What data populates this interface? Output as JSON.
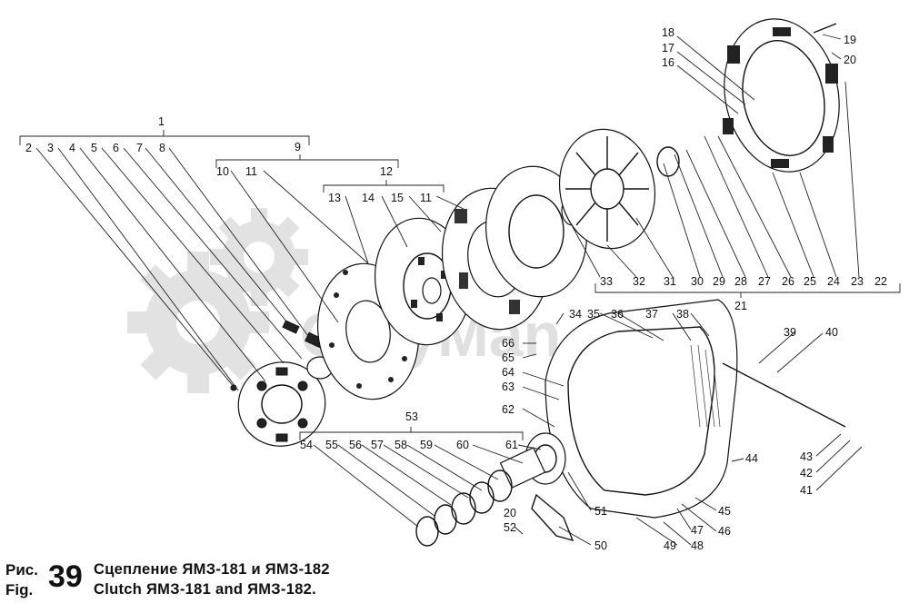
{
  "caption": {
    "ris_label": "Рис.",
    "fig_label": "Fig.",
    "figure_number": "39",
    "title_ru": "Сцепление ЯМЗ-181 и ЯМЗ-182",
    "title_en": "Clutch ЯМЗ-181 and ЯМЗ-182."
  },
  "watermark": {
    "text": "OnlyMan"
  },
  "callouts": {
    "c1": "1",
    "c2": "2",
    "c3": "3",
    "c4": "4",
    "c5": "5",
    "c6": "6",
    "c7": "7",
    "c8": "8",
    "c9": "9",
    "c10": "10",
    "c11a": "11",
    "c11b": "11",
    "c12": "12",
    "c13": "13",
    "c14": "14",
    "c15": "15",
    "c16": "16",
    "c17": "17",
    "c18": "18",
    "c19": "19",
    "c20a": "20",
    "c20b": "20",
    "c21": "21",
    "c22": "22",
    "c23": "23",
    "c24": "24",
    "c25": "25",
    "c26": "26",
    "c27": "27",
    "c28": "28",
    "c29": "29",
    "c30": "30",
    "c31": "31",
    "c32": "32",
    "c33": "33",
    "c34": "34",
    "c35": "35",
    "c36": "36",
    "c37": "37",
    "c38": "38",
    "c39": "39",
    "c40": "40",
    "c41": "41",
    "c42": "42",
    "c43": "43",
    "c44": "44",
    "c45": "45",
    "c46": "46",
    "c47": "47",
    "c48": "48",
    "c49": "49",
    "c50": "50",
    "c51": "51",
    "c52": "52",
    "c53": "53",
    "c54": "54",
    "c55": "55",
    "c56": "56",
    "c57": "57",
    "c58": "58",
    "c59": "59",
    "c60": "60",
    "c61": "61",
    "c62": "62",
    "c63": "63",
    "c64": "64",
    "c65": "65",
    "c66": "66"
  }
}
